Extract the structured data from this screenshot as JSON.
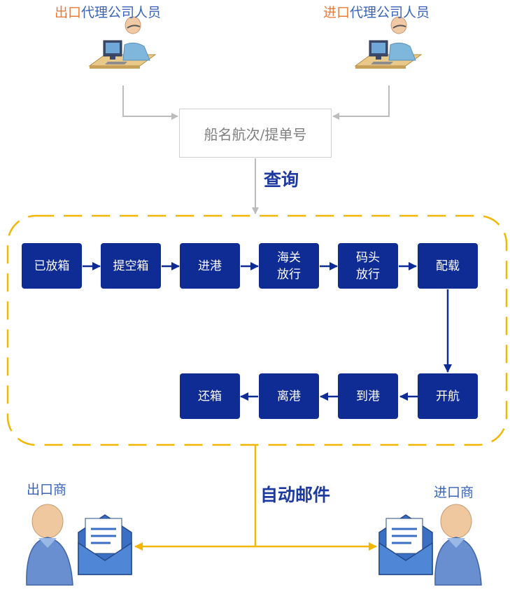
{
  "agents": [
    {
      "accent": "出口",
      "rest": "代理公司人员",
      "icon": "operator-at-computer-icon"
    },
    {
      "accent": "进口",
      "rest": "代理公司人员",
      "icon": "operator-at-computer-icon"
    }
  ],
  "query_box": {
    "text": "船名航次/提单号"
  },
  "query_label": "查询",
  "process_steps_row1": [
    {
      "lines": [
        "已放箱"
      ]
    },
    {
      "lines": [
        "提空箱"
      ]
    },
    {
      "lines": [
        "进港"
      ]
    },
    {
      "lines": [
        "海关",
        "放行"
      ]
    },
    {
      "lines": [
        "码头",
        "放行"
      ]
    },
    {
      "lines": [
        "配载"
      ]
    }
  ],
  "process_steps_row2": [
    {
      "lines": [
        "还箱"
      ]
    },
    {
      "lines": [
        "离港"
      ]
    },
    {
      "lines": [
        "到港"
      ]
    },
    {
      "lines": [
        "开航"
      ]
    }
  ],
  "mail_label": "自动邮件",
  "exporter": {
    "label": "出口商",
    "icons": [
      "person-icon",
      "email-envelope-icon"
    ]
  },
  "importer": {
    "label": "进口商",
    "icons": [
      "email-envelope-icon",
      "person-icon"
    ]
  },
  "colors": {
    "accent_orange": "#e87b3c",
    "label_blue": "#3a63b8",
    "step_navy": "#0f2c94",
    "dashed_gold": "#f2b705",
    "connector_gray": "#bcbcbc"
  }
}
